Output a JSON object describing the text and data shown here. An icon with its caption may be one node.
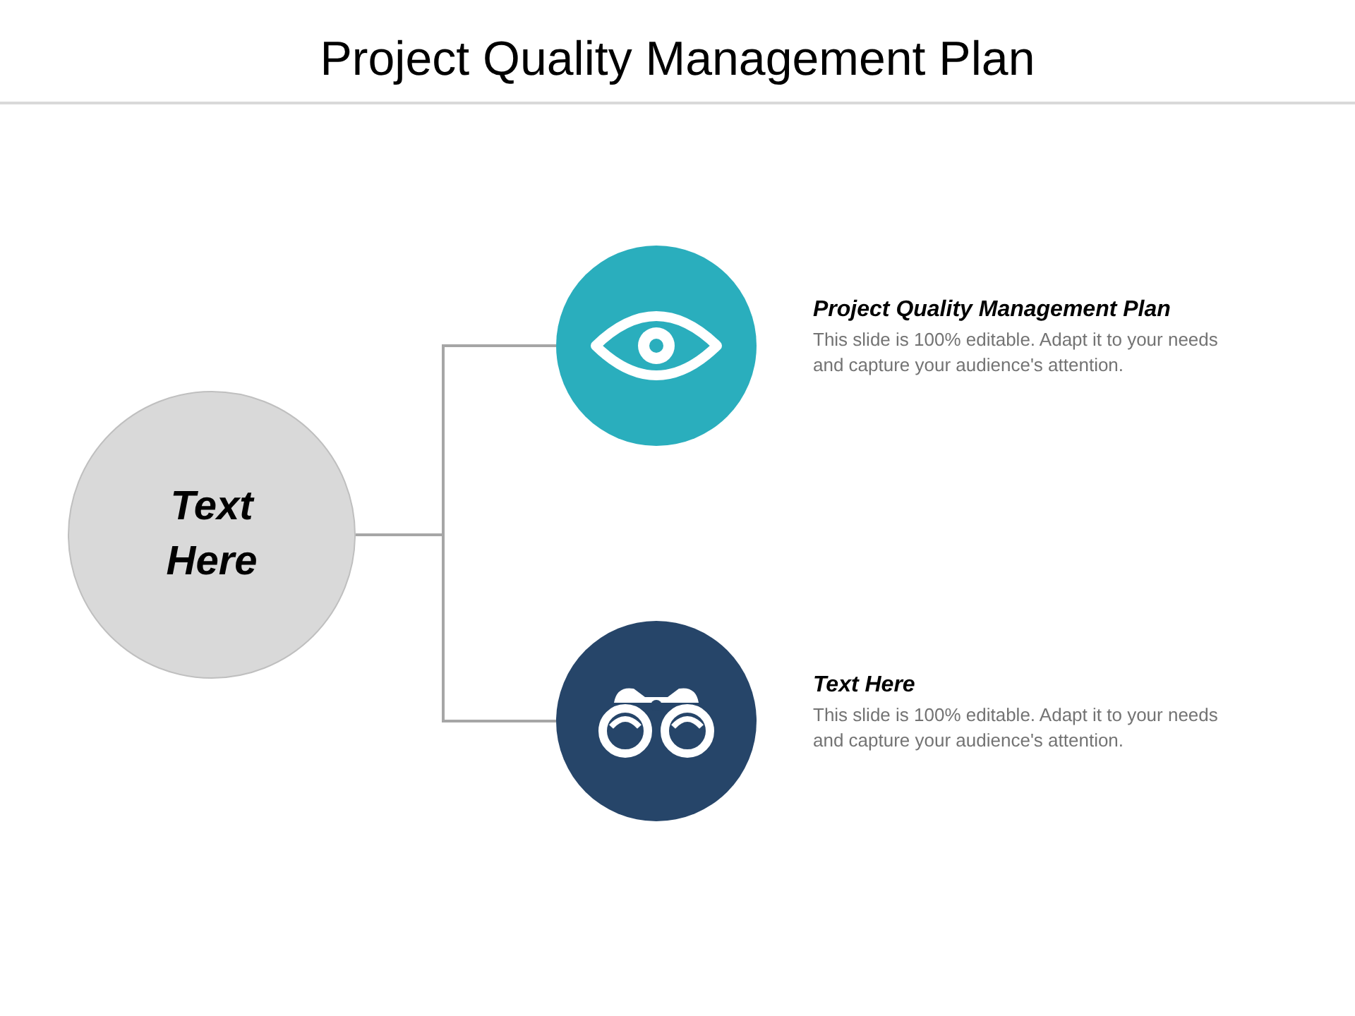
{
  "diagram": {
    "title": "Project Quality Management Plan",
    "nodes": [
      {
        "text": [
          "Text Here"
        ]
      },
      {
        "text": [],
        "shape": "circle",
        "beside": [
          "Project Quality Management Plan",
          "This slide is 100% editable. Adapt it to your needs and capture your audience's attention."
        ]
      },
      {
        "text": [],
        "shape": "circle",
        "beside": [
          "Text Here",
          "This slide is 100% editable. Adapt it to your needs and capture your audience's attention."
        ]
      }
    ],
    "edges": [
      {
        "from": 0,
        "to": 1,
        "arrow": "none"
      },
      {
        "from": 0,
        "to": 2,
        "arrow": "none"
      }
    ]
  }
}
